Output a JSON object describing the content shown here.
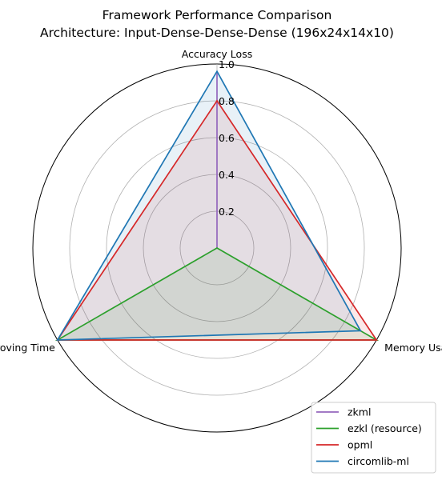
{
  "chart_data": {
    "type": "radar",
    "title": "Framework Performance Comparison",
    "subtitle": "Architecture: Input-Dense-Dense-Dense (196x24x14x10)",
    "axes": [
      "Accuracy Loss",
      "Memory Usage",
      "Proving Time"
    ],
    "rlim": [
      0,
      1.0
    ],
    "rticks": [
      "0.2",
      "0.4",
      "0.6",
      "0.8",
      "1.0"
    ],
    "grid": true,
    "legend_position": "bottom-right",
    "series": [
      {
        "name": "zkml",
        "color": "#9467bd",
        "values": [
          0.95,
          0.0,
          0.0
        ]
      },
      {
        "name": "ezkl (resource)",
        "color": "#2ca02c",
        "values": [
          0.0,
          1.0,
          1.0
        ]
      },
      {
        "name": "opml",
        "color": "#d62728",
        "values": [
          0.8,
          1.0,
          1.0
        ]
      },
      {
        "name": "circomlib-ml",
        "color": "#1f77b4",
        "values": [
          0.96,
          0.9,
          1.0
        ]
      }
    ]
  }
}
